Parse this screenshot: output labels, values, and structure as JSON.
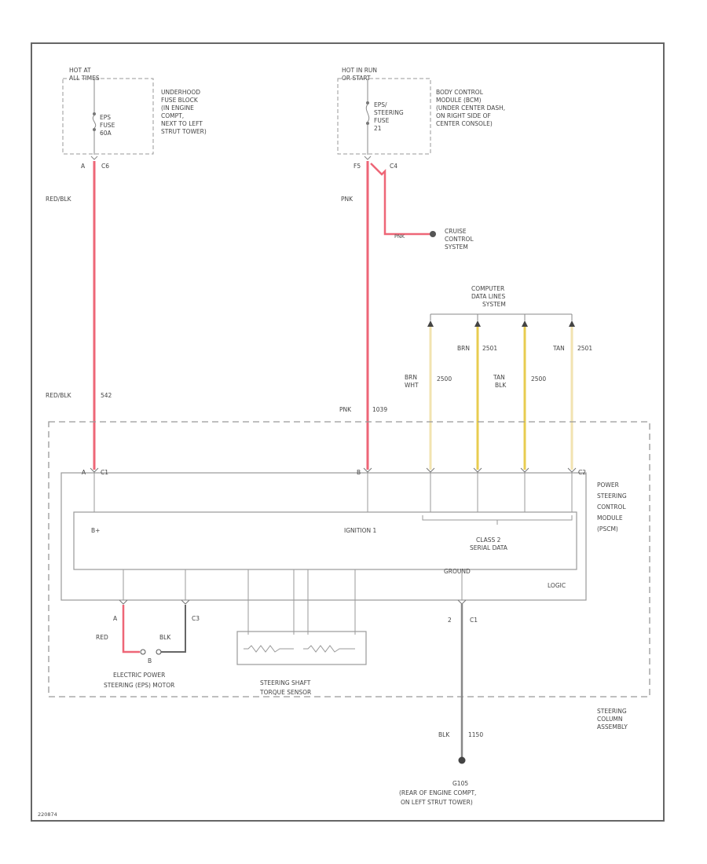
{
  "colors": {
    "red_pink_wire": "#ee6677",
    "tan_wire": "#f2e3b0",
    "yellow_wire": "#e8cc50",
    "ground_wire": "#888888",
    "line": "#999999"
  },
  "icons": [
    "splice-dot-icon",
    "connector-icon",
    "ground-icon",
    "arrow-up-icon",
    "fuse-icon"
  ],
  "fuse_left": {
    "header": [
      "HOT AT",
      "ALL TIMES"
    ],
    "fuse": [
      "EPS",
      "FUSE",
      "60A"
    ],
    "location": [
      "UNDERHOOD",
      "FUSE BLOCK",
      "(IN ENGINE",
      "COMPT,",
      "NEXT TO LEFT",
      "STRUT TOWER)"
    ],
    "pin": "A",
    "connector": "C6"
  },
  "fuse_right": {
    "header": [
      "HOT IN RUN",
      "OR START"
    ],
    "fuse": [
      "EPS/",
      "STEERING",
      "FUSE",
      "21"
    ],
    "location": [
      "BODY CONTROL",
      "MODULE (BCM)",
      "(UNDER CENTER DASH,",
      "ON RIGHT SIDE OF",
      "CENTER CONSOLE)"
    ],
    "pin": "F5",
    "connector": "C4"
  },
  "wires": {
    "left_top": "RED/BLK",
    "left_bottom": "RED/BLK",
    "left_bottom_circuit": "542",
    "right_top": "PNK",
    "right_bottom": "PNK",
    "right_bottom_circuit": "1039",
    "branch": "PNK",
    "cruise": [
      "CRUISE",
      "CONTROL",
      "SYSTEM"
    ],
    "data_header": [
      "COMPUTER",
      "DATA LINES",
      "SYSTEM"
    ],
    "data1_color": [
      "BRN",
      "WHT"
    ],
    "data1_circuit": "2500",
    "data2_color": "BRN",
    "data2_circuit": "2501",
    "data3_color": [
      "TAN",
      "BLK"
    ],
    "data3_circuit": "2500",
    "data4_color": "TAN",
    "data4_circuit": "2501",
    "motor_wire_left": "RED",
    "motor_wire_right": "BLK",
    "ground_wire": "BLK",
    "ground_circuit": "1150"
  },
  "module": {
    "connector": "C1",
    "connector_right": "C2",
    "pin_left": "A",
    "pin_right": "B",
    "batt_label": "B+",
    "ignition_label": "IGNITION 1",
    "serial": [
      "CLASS 2",
      "SERIAL DATA"
    ],
    "ground_label": "GROUND",
    "logic_label": "LOGIC",
    "name": [
      "POWER",
      "STEERING",
      "CONTROL",
      "MODULE",
      "(PSCM)"
    ],
    "motor_conn": "C3",
    "motor_pin_a": "A",
    "motor_pin_b": "B",
    "ground_pin": "2",
    "ground_conn": "C1"
  },
  "motor": {
    "label": [
      "ELECTRIC POWER",
      "STEERING (EPS) MOTOR"
    ]
  },
  "sensor": {
    "label": [
      "STEERING SHAFT",
      "TORQUE SENSOR"
    ]
  },
  "assembly": {
    "label": [
      "STEERING",
      "COLUMN",
      "ASSEMBLY"
    ]
  },
  "ground": {
    "id": "G105",
    "location": [
      "(REAR OF ENGINE COMPT,",
      "ON LEFT STRUT TOWER)"
    ]
  },
  "figure_id": "220874"
}
